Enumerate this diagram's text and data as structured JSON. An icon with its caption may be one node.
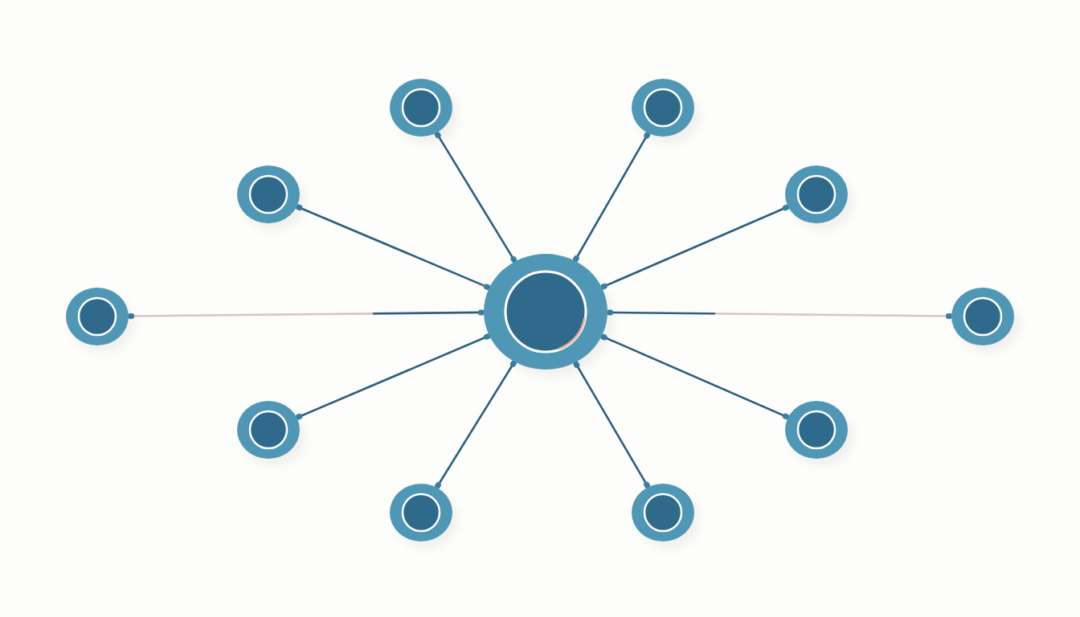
{
  "diagram": {
    "nodes": [
      {
        "text": [],
        "shape": "circle"
      },
      {
        "text": [],
        "shape": "circle"
      },
      {
        "text": [],
        "shape": "circle"
      },
      {
        "text": [],
        "shape": "circle"
      },
      {
        "text": [],
        "shape": "circle"
      },
      {
        "text": [],
        "shape": "circle"
      },
      {
        "text": [],
        "shape": "circle"
      },
      {
        "text": [],
        "shape": "circle"
      },
      {
        "text": [],
        "shape": "circle"
      },
      {
        "text": [],
        "shape": "circle"
      },
      {
        "text": [],
        "shape": "circle"
      }
    ],
    "edges": [
      {
        "from": 5,
        "to": 0,
        "arrow": "other"
      },
      {
        "from": 5,
        "to": 1,
        "arrow": "other"
      },
      {
        "from": 5,
        "to": 2,
        "arrow": "other"
      },
      {
        "from": 5,
        "to": 3,
        "arrow": "other"
      },
      {
        "from": 5,
        "to": 4,
        "arrow": "other",
        "color": "#dcc3c6"
      },
      {
        "from": 5,
        "to": 6,
        "arrow": "other",
        "color": "#dcc3c6"
      },
      {
        "from": 5,
        "to": 7,
        "arrow": "other"
      },
      {
        "from": 5,
        "to": 8,
        "arrow": "other"
      },
      {
        "from": 5,
        "to": 9,
        "arrow": "other"
      },
      {
        "from": 5,
        "to": 10,
        "arrow": "other"
      }
    ]
  }
}
